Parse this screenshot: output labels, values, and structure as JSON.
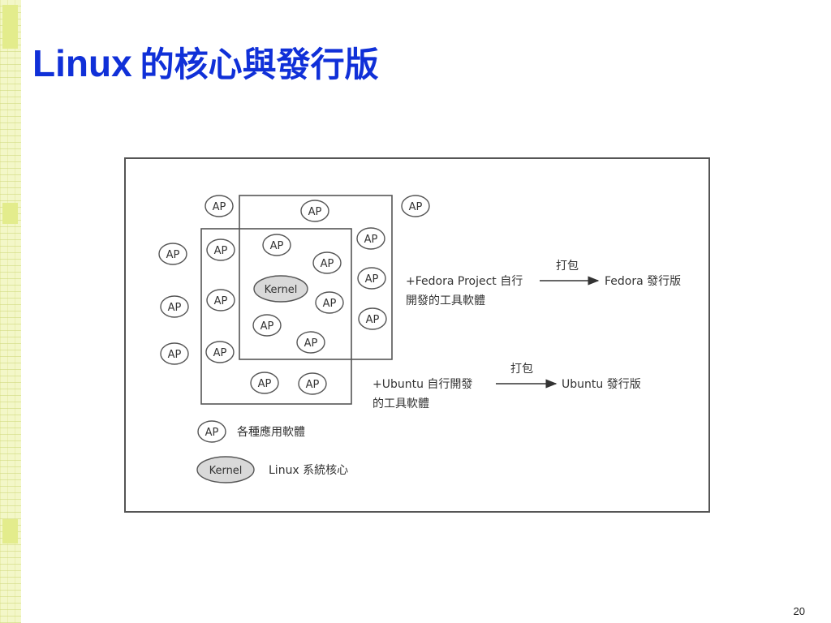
{
  "slide": {
    "title_latin": "Linux",
    "title_cjk": "的核心與發行版",
    "page_number": "20"
  },
  "diagram": {
    "ap_label": "AP",
    "kernel_label": "Kernel",
    "fedora": {
      "note_line1": "+Fedora Project 自行",
      "note_line2": "開發的工具軟體",
      "arrow_label": "打包",
      "result": "Fedora 發行版"
    },
    "ubuntu": {
      "note_line1": "+Ubuntu 自行開發",
      "note_line2": "的工具軟體",
      "arrow_label": "打包",
      "result": "Ubuntu 發行版"
    },
    "legend": {
      "ap_desc": "各種應用軟體",
      "kernel_desc": "Linux 系統核心"
    }
  },
  "colors": {
    "title": "#1030d8",
    "kernel_fill": "#d9d9d9",
    "stroke": "#555555",
    "strip": "#f3f7c8"
  }
}
